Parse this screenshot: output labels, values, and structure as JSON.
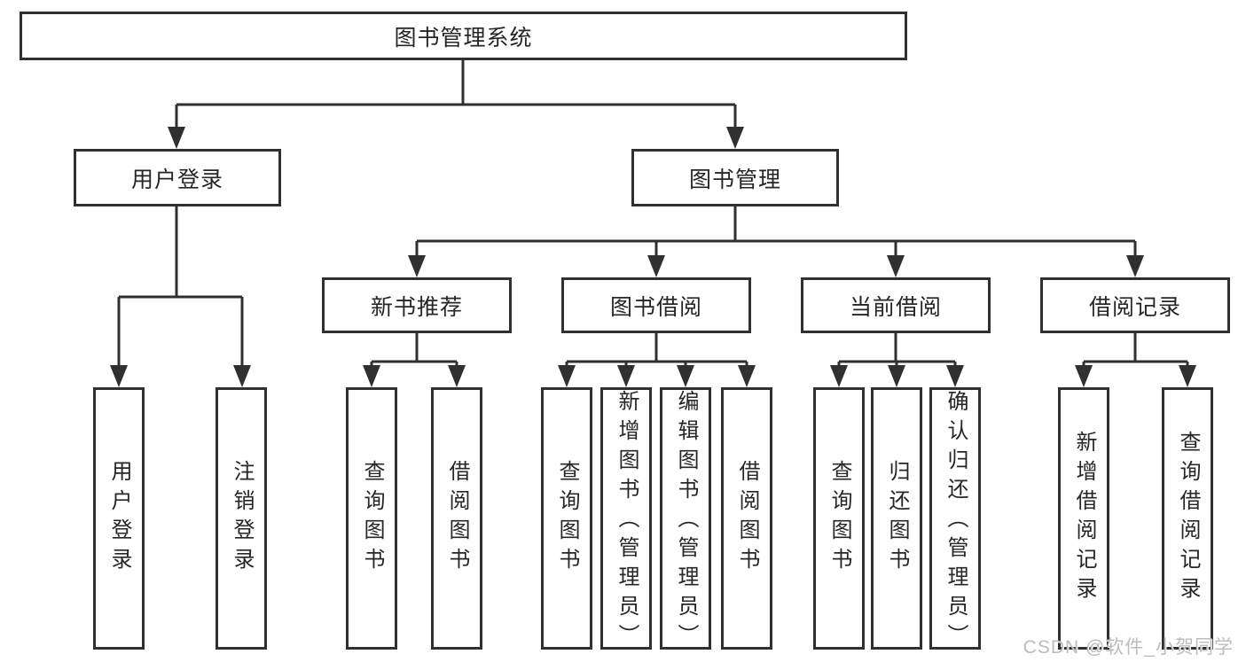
{
  "diagram": {
    "title": "图书管理系统",
    "root": {
      "label": "图书管理系统"
    },
    "level2": [
      {
        "label": "用户登录"
      },
      {
        "label": "图书管理"
      }
    ],
    "level3": [
      {
        "label": "新书推荐"
      },
      {
        "label": "图书借阅"
      },
      {
        "label": "当前借阅"
      },
      {
        "label": "借阅记录"
      }
    ],
    "leaves": [
      {
        "label": "用户登录"
      },
      {
        "label": "注销登录"
      },
      {
        "label": "查询图书"
      },
      {
        "label": "借阅图书"
      },
      {
        "label": "查询图书"
      },
      {
        "label": "新增图书（管理员）"
      },
      {
        "label": "编辑图书（管理员）"
      },
      {
        "label": "借阅图书"
      },
      {
        "label": "查询图书"
      },
      {
        "label": "归还图书"
      },
      {
        "label": "确认归还（管理员）"
      },
      {
        "label": "新增借阅记录"
      },
      {
        "label": "查询借阅记录"
      }
    ]
  },
  "watermark": {
    "text": "CSDN @软件_小贺同学"
  },
  "colors": {
    "line": "#303030",
    "box_border": "#303030",
    "text": "#262626",
    "watermark": "#bcbcbc",
    "background": "#ffffff"
  }
}
